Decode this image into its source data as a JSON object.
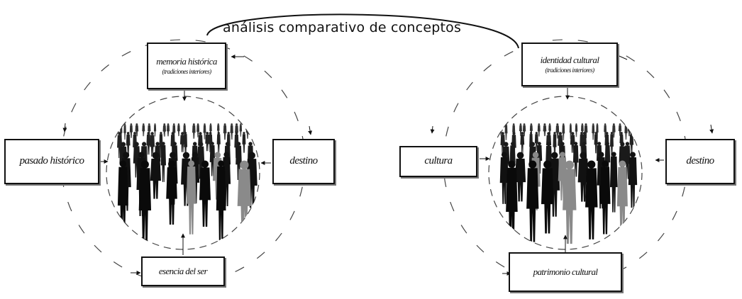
{
  "title": "análisis comparativo de conceptos",
  "left_diagram": {
    "top": {
      "label": "memoria histórica",
      "sublabel": "(tradiciones interiores)"
    },
    "left": {
      "label": "pasado histórico"
    },
    "right": {
      "label": "destino"
    },
    "bottom": {
      "label": "esencia del ser"
    }
  },
  "right_diagram": {
    "top": {
      "label": "identidad cultural",
      "sublabel": "(tradiciones interiores)"
    },
    "left": {
      "label": "cultura"
    },
    "right": {
      "label": "destino"
    },
    "bottom": {
      "label": "patrimonio cultural"
    }
  },
  "center_image": "crowd-silhouette",
  "colors": {
    "ink": "#111111",
    "dash": "#444444",
    "shadow": "#777777",
    "background": "#ffffff"
  }
}
